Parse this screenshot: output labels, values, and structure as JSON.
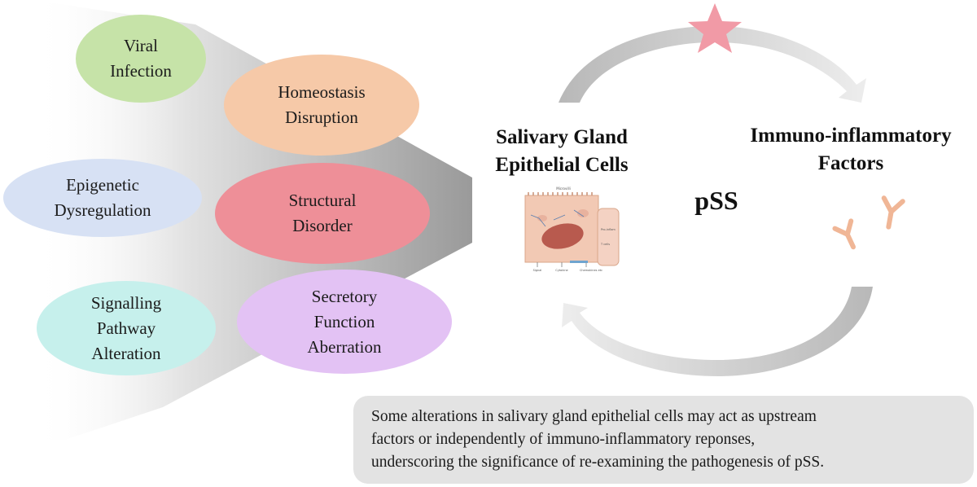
{
  "factors": [
    {
      "id": "viral-infection",
      "label": "Viral\nInfection",
      "fill": "#c6e3a8"
    },
    {
      "id": "homeostasis-disruption",
      "label": "Homeostasis\nDisruption",
      "fill": "#f6c9a8"
    },
    {
      "id": "epigenetic-dysregulation",
      "label": "Epigenetic\nDysregulation",
      "fill": "#d7e1f4"
    },
    {
      "id": "structural-disorder",
      "label": "Structural\nDisorder",
      "fill": "#ee8f98"
    },
    {
      "id": "signalling-pathway-alteration",
      "label": "Signalling\nPathway\nAlteration",
      "fill": "#c6f0ec"
    },
    {
      "id": "secretory-function-aberration",
      "label": "Secretory\nFunction\nAberration",
      "fill": "#e3c2f4"
    }
  ],
  "cycle": {
    "left_title": "Salivary Gland\nEpithelial Cells",
    "right_title": "Immuno-inflammatory\nFactors",
    "center_label": "pSS",
    "star_color": "#f19aa6",
    "arrow_color": "#cfcfcf"
  },
  "cell_illustration": {
    "top_label": "Microvilli",
    "side_label_1": "Pro-inflam",
    "side_label_2": "T cells",
    "bottom_labels": [
      "Signal",
      "Cytokine",
      "Chemokines etc"
    ]
  },
  "note": "Some alterations in salivary gland epithelial cells may act as upstream\nfactors or independently of immuno-inflammatory reponses,\nunderscoring the significance of re-examining the pathogenesis of pSS."
}
